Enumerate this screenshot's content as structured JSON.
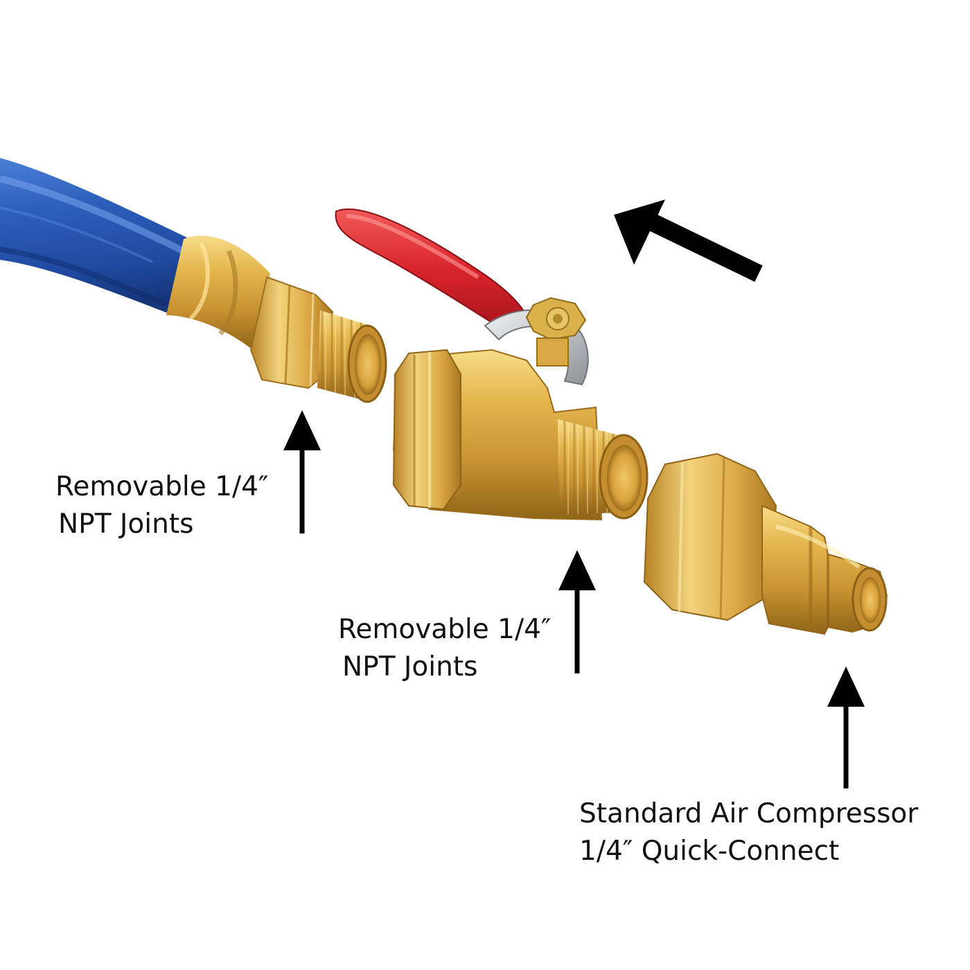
{
  "callouts": [
    {
      "line1": "Removable 1/4″",
      "line2": "NPT Joints"
    },
    {
      "line1": "Removable 1/4″",
      "line2": "NPT Joints"
    },
    {
      "line1": "Standard Air Compressor",
      "line2": "1/4″  Quick-Connect"
    }
  ],
  "colors": {
    "hose": "#2a5bb4",
    "brass": "#d9aa3c",
    "valve_handle": "#d8242c",
    "arrow": "#000000"
  }
}
